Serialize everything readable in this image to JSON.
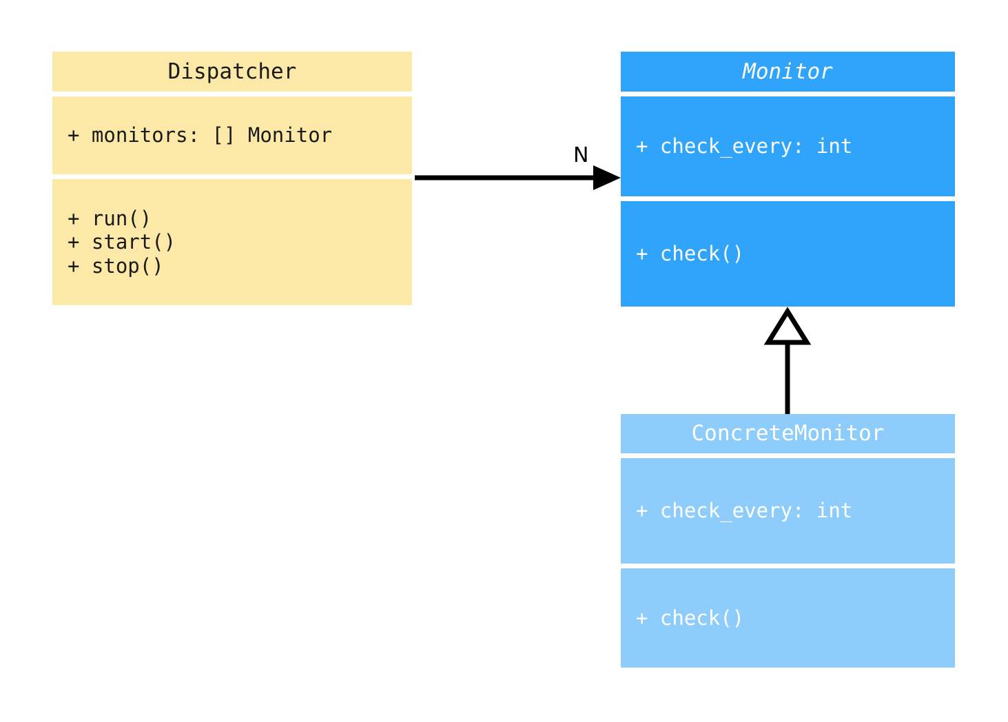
{
  "diagram": {
    "type": "uml-class-diagram",
    "background": "#ffffff"
  },
  "classes": [
    {
      "id": "dispatcher",
      "name": "Dispatcher",
      "abstract": false,
      "fill": "#fce9a8",
      "text_color": "#1a1a1a",
      "attributes": [
        "+ monitors: [] Monitor"
      ],
      "methods": [
        "+ run()",
        "+ start()",
        "+ stop()"
      ]
    },
    {
      "id": "monitor",
      "name": "Monitor",
      "abstract": true,
      "fill": "#2fa4fa",
      "text_color": "#ffffff",
      "attributes": [
        "+ check_every: int"
      ],
      "methods": [
        "+ check()"
      ]
    },
    {
      "id": "concrete-monitor",
      "name": "ConcreteMonitor",
      "abstract": false,
      "fill": "#8ecdfb",
      "text_color": "#ffffff",
      "attributes": [
        "+ check_every: int"
      ],
      "methods": [
        "+ check()"
      ]
    }
  ],
  "relationships": [
    {
      "id": "dispatcher-monitor",
      "kind": "association",
      "from": "Dispatcher",
      "to": "Monitor",
      "arrowhead": "solid-filled",
      "line": "solid",
      "label": "N",
      "color": "#000000"
    },
    {
      "id": "concrete-monitor-monitor",
      "kind": "generalization",
      "from": "ConcreteMonitor",
      "to": "Monitor",
      "arrowhead": "hollow-triangle",
      "line": "solid",
      "label": "",
      "color": "#000000"
    }
  ]
}
